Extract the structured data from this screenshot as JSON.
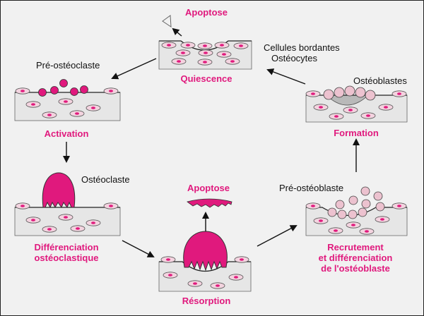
{
  "colors": {
    "accent": "#e0197d",
    "bone": "#e6e6e6",
    "cell_fill": "#f3d3df",
    "osteoblast": "#ecc2cf"
  },
  "quiescence": {
    "top_label": "Apoptose",
    "cells_label_line1": "Cellules bordantes",
    "cells_label_line2": "Ostéocytes",
    "stage_label": "Quiescence"
  },
  "activation": {
    "precursor_label": "Pré-ostéoclaste",
    "stage_label": "Activation"
  },
  "differentiation": {
    "cell_label": "Ostéoclaste",
    "stage_label_line1": "Différenciation",
    "stage_label_line2": "ostéoclastique"
  },
  "resorption": {
    "top_label": "Apoptose",
    "stage_label": "Résorption"
  },
  "recruitment": {
    "precursor_label": "Pré-ostéoblaste",
    "stage_label_line1": "Recrutement",
    "stage_label_line2": "et différenciation",
    "stage_label_line3": "de l'ostéoblaste"
  },
  "formation": {
    "cell_label": "Ostéoblastes",
    "stage_label": "Formation"
  }
}
